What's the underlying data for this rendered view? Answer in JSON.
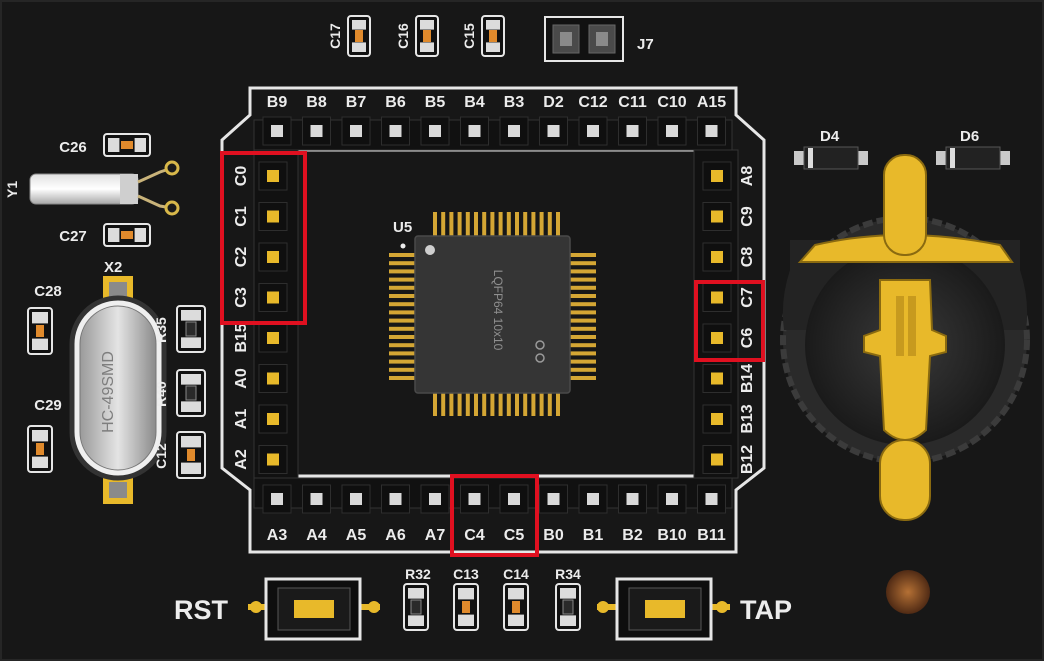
{
  "board": {
    "pins_top": [
      "B9",
      "B8",
      "B7",
      "B6",
      "B5",
      "B4",
      "B3",
      "D2",
      "C12",
      "C11",
      "C10",
      "A15"
    ],
    "pins_bottom": [
      "A3",
      "A4",
      "A5",
      "A6",
      "A7",
      "C4",
      "C5",
      "B0",
      "B1",
      "B2",
      "B10",
      "B11"
    ],
    "pins_left": [
      "C0",
      "C1",
      "C2",
      "C3",
      "B15",
      "A0",
      "A1",
      "A2"
    ],
    "pins_right": [
      "A8",
      "C9",
      "C8",
      "C7",
      "C6",
      "B14",
      "B13",
      "B12"
    ],
    "highlighted_pins": [
      "C0",
      "C1",
      "C2",
      "C3",
      "C6",
      "C7",
      "C4",
      "C5"
    ],
    "highlight_color": "#e01020",
    "silkscreen_color": "#ececec",
    "pad_color": "#e8b92a"
  },
  "components": {
    "mcu_ref": "U5",
    "mcu_package": "LQFP64 10x10",
    "crystal_ref": "X2",
    "crystal_part": "HC-49SMD",
    "oscillator_ref": "Y1",
    "header_ref": "J7",
    "diode1": "D4",
    "diode2": "D6",
    "capacitors": {
      "c17": "C17",
      "c16": "C16",
      "c15": "C15",
      "c26": "C26",
      "c27": "C27",
      "c28": "C28",
      "c29": "C29",
      "c12": "C12",
      "c13": "C13",
      "c14": "C14"
    },
    "resistors": {
      "r35": "R35",
      "r40": "R40",
      "r32": "R32",
      "r34": "R34"
    }
  },
  "buttons": {
    "rst_label": "RST",
    "tap_label": "TAP"
  }
}
